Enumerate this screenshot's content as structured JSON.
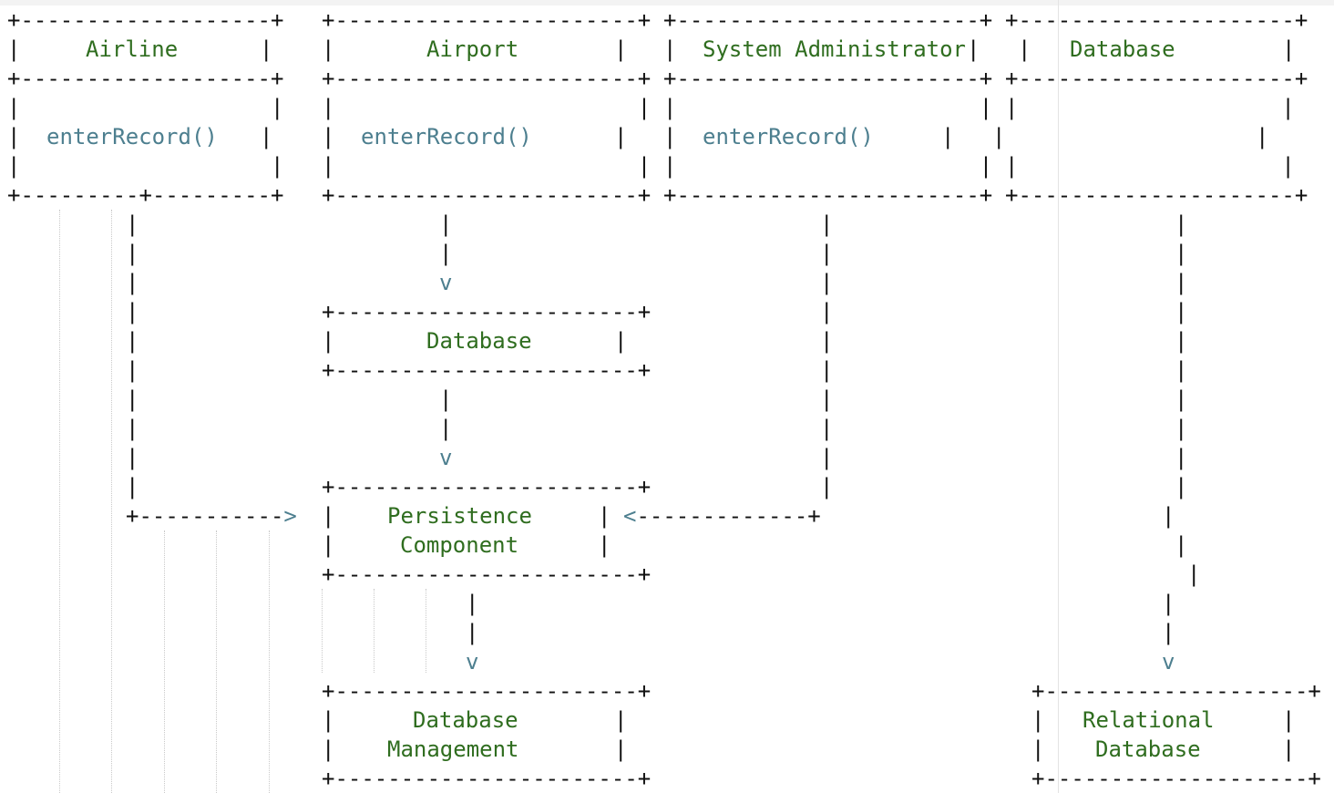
{
  "diagram": {
    "boxes": [
      {
        "id": "airline",
        "lines": [
          "Airline"
        ],
        "method": "enterRecord()"
      },
      {
        "id": "airport",
        "lines": [
          "Airport"
        ],
        "method": "enterRecord()"
      },
      {
        "id": "sysadmin",
        "lines": [
          "System Administrator"
        ],
        "method": "enterRecord()"
      },
      {
        "id": "database-top",
        "lines": [
          "Database"
        ],
        "method": ""
      },
      {
        "id": "database-mid",
        "lines": [
          "Database"
        ]
      },
      {
        "id": "persistence",
        "lines": [
          "Persistence",
          "Component"
        ]
      },
      {
        "id": "dbmanagement",
        "lines": [
          "Database",
          "Management"
        ]
      },
      {
        "id": "relational",
        "lines": [
          "Relational",
          "Database"
        ]
      }
    ],
    "arrowhead_down": "v",
    "arrowhead_right": ">",
    "arrowhead_left": "<",
    "colors": {
      "label": "#2f6d1f",
      "method": "#4d7f8f",
      "ascii": "#111111"
    }
  }
}
